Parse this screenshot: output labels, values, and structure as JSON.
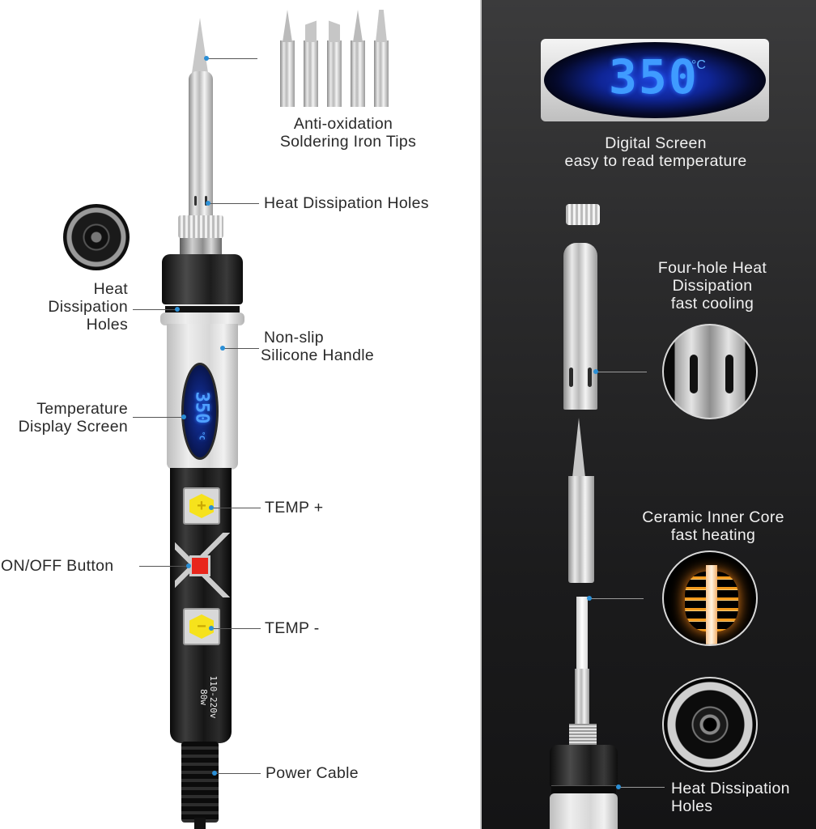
{
  "left_panel": {
    "labels": {
      "tips": [
        "Anti-oxidation",
        "Soldering Iron Tips"
      ],
      "heat_holes_top": "Heat Dissipation Holes",
      "heat_holes_side": [
        "Heat",
        "Dissipation",
        "Holes"
      ],
      "handle": [
        "Non-slip",
        "Silicone Handle"
      ],
      "display": [
        "Temperature",
        "Display Screen"
      ],
      "temp_plus": "TEMP +",
      "on_off": "ON/OFF Button",
      "temp_minus": "TEMP -",
      "power_cable": "Power Cable"
    },
    "iron": {
      "display_value": "350",
      "display_unit": "°C",
      "rating_voltage": "110-220v",
      "rating_power": "80w",
      "plus_symbol": "+",
      "minus_symbol": "−"
    },
    "tips_count": 5
  },
  "right_panel": {
    "digital_screen": {
      "value": "350",
      "unit": "°C",
      "caption": [
        "Digital Screen",
        "easy to read temperature"
      ]
    },
    "four_hole": [
      "Four-hole Heat",
      "Dissipation",
      "fast cooling"
    ],
    "ceramic": [
      "Ceramic Inner Core",
      "fast heating"
    ],
    "heat_holes": [
      "Heat Dissipation",
      "Holes"
    ]
  },
  "colors": {
    "accent_dot": "#2b8fd6",
    "lcd_blue": "#4fa0ff",
    "button_yellow": "#f6e21c",
    "button_red": "#e8261c",
    "dark_bg": "#2a2a2b"
  }
}
